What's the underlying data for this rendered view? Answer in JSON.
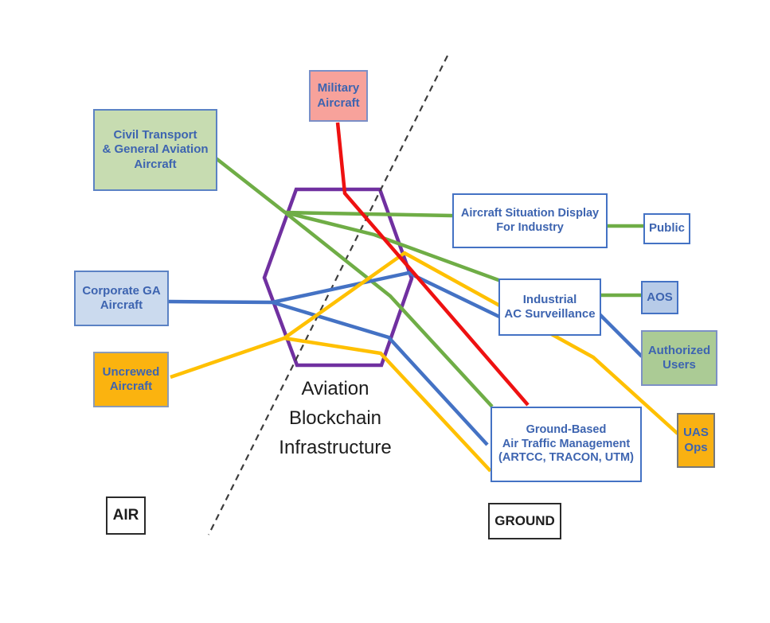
{
  "hub": {
    "lines": [
      "Aviation",
      "Blockchain",
      "Infrastructure"
    ],
    "shape": "hexagon"
  },
  "zones": {
    "air": {
      "label": "AIR"
    },
    "ground": {
      "label": "GROUND"
    }
  },
  "colors": {
    "green": "#6FAD46",
    "blue": "#4472C4",
    "yellow": "#FFC000",
    "red": "#EE1111",
    "purple": "#7030A0",
    "divider": "#3d3d3d"
  },
  "nodes": {
    "military": {
      "lines": [
        "Military",
        "Aircraft"
      ],
      "fill": "#F7A29B",
      "border": "#7B8FC7",
      "text_color": "#3D64B0"
    },
    "civil": {
      "lines": [
        "Civil Transport",
        "& General Aviation",
        "Aircraft"
      ],
      "fill": "#C7DCB1",
      "border": "#5B82C4",
      "text_color": "#3D64B0"
    },
    "corporate": {
      "lines": [
        "Corporate GA",
        "Aircraft"
      ],
      "fill": "#CBDAEE",
      "border": "#5B82C4",
      "text_color": "#3D64B0"
    },
    "uncrewed": {
      "lines": [
        "Uncrewed",
        "Aircraft"
      ],
      "fill": "#FBB30F",
      "border": "#8A9BB8",
      "text_color": "#3D64B0"
    },
    "asd": {
      "lines": [
        "Aircraft Situation Display",
        "For Industry"
      ],
      "fill": "#FFFFFF",
      "border": "#4472C4",
      "text_color": "#3D64B0"
    },
    "public": {
      "lines": [
        "Public"
      ],
      "fill": "#FFFFFF",
      "border": "#4472C4",
      "text_color": "#3D64B0"
    },
    "industrial": {
      "lines": [
        "Industrial",
        "AC Surveillance"
      ],
      "fill": "#FFFFFF",
      "border": "#4472C4",
      "text_color": "#3D64B0"
    },
    "aos": {
      "lines": [
        "AOS"
      ],
      "fill": "#B7CBE8",
      "border": "#4472C4",
      "text_color": "#3D64B0"
    },
    "authorized": {
      "lines": [
        "Authorized",
        "Users"
      ],
      "fill": "#ABCB95",
      "border": "#7C90C5",
      "text_color": "#3D64B0"
    },
    "uas_ops": {
      "lines": [
        "UAS",
        "Ops"
      ],
      "fill": "#F9B112",
      "border": "#76787A",
      "text_color": "#3D64B0"
    },
    "atm": {
      "lines": [
        "Ground-Based",
        "Air Traffic Management",
        "(ARTCC, TRACON, UTM)"
      ],
      "fill": "#FFFFFF",
      "border": "#4472C4",
      "text_color": "#3D64B0"
    }
  },
  "edges": [
    {
      "from": "military",
      "to": "atm",
      "color": "red"
    },
    {
      "from": "civil",
      "to": "asd",
      "color": "green"
    },
    {
      "from": "civil",
      "to": "industrial",
      "color": "green"
    },
    {
      "from": "civil",
      "to": "atm",
      "color": "green"
    },
    {
      "from": "asd",
      "to": "public",
      "color": "green"
    },
    {
      "from": "industrial",
      "to": "aos",
      "color": "green"
    },
    {
      "from": "corporate",
      "to": "industrial",
      "color": "blue"
    },
    {
      "from": "corporate",
      "to": "atm",
      "color": "blue"
    },
    {
      "from": "industrial",
      "to": "authorized",
      "color": "blue"
    },
    {
      "from": "uncrewed",
      "to": "uas_ops",
      "color": "yellow"
    },
    {
      "from": "uncrewed",
      "to": "atm",
      "color": "yellow"
    }
  ]
}
